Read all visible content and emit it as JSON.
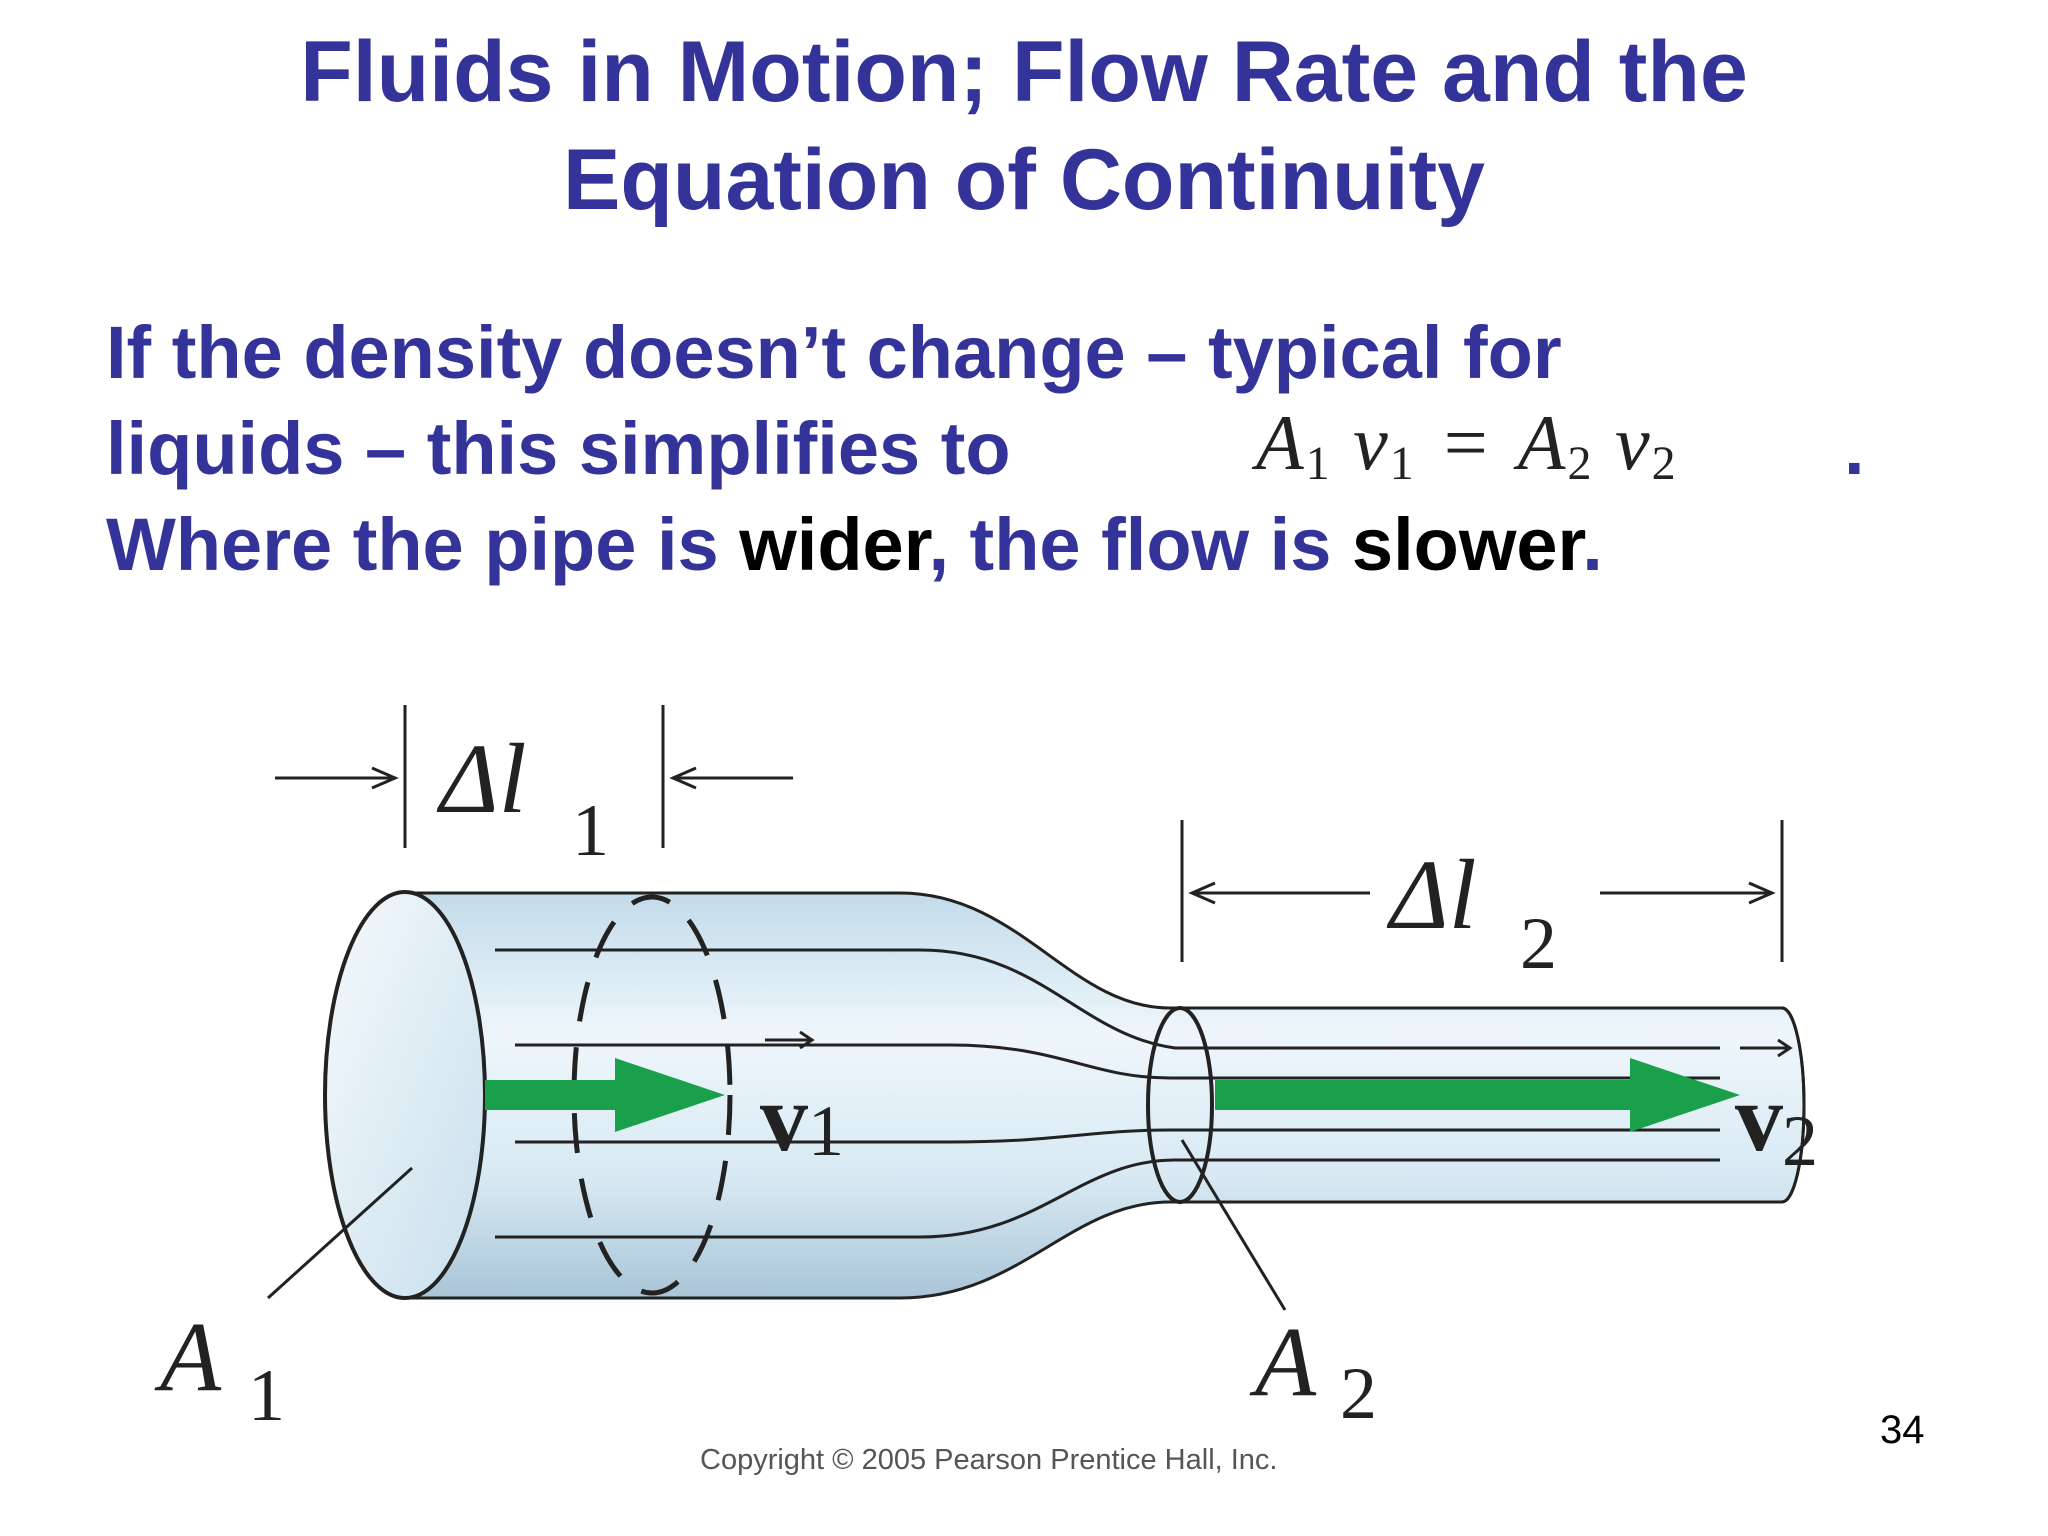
{
  "slide": {
    "title_line1": "Fluids in Motion; Flow Rate and the",
    "title_line2": "Equation of Continuity",
    "body_line1": "If the density doesn’t change – typical for",
    "body_line2": "liquids – this simplifies to",
    "equation": {
      "a1": "A",
      "a1_sub": "1",
      "v1": "v",
      "v1_sub": "1",
      "equals": "=",
      "a2": "A",
      "a2_sub": "2",
      "v2": "v",
      "v2_sub": "2"
    },
    "body_line2_end": ".",
    "body_line3_part1": "Where the pipe is ",
    "body_line3_wider": "wider",
    "body_line3_part2": ", the flow is ",
    "body_line3_slower": "slower",
    "body_line3_end": ".",
    "page_number": "34"
  },
  "diagram": {
    "delta_l1": "Δl",
    "delta_l1_sub": "1",
    "delta_l2": "Δl",
    "delta_l2_sub": "2",
    "v1": "v",
    "v1_sub": "1",
    "v2": "v",
    "v2_sub": "2",
    "a1": "A",
    "a1_sub": "1",
    "a2": "A",
    "a2_sub": "2",
    "copyright": "Copyright © 2005 Pearson Prentice Hall, Inc.",
    "colors": {
      "pipe_light": "#e6f1f8",
      "pipe_mid": "#c5dcea",
      "pipe_dark": "#a9c6d8",
      "flow_arrow": "#1aa04a",
      "outline": "#222222"
    }
  }
}
